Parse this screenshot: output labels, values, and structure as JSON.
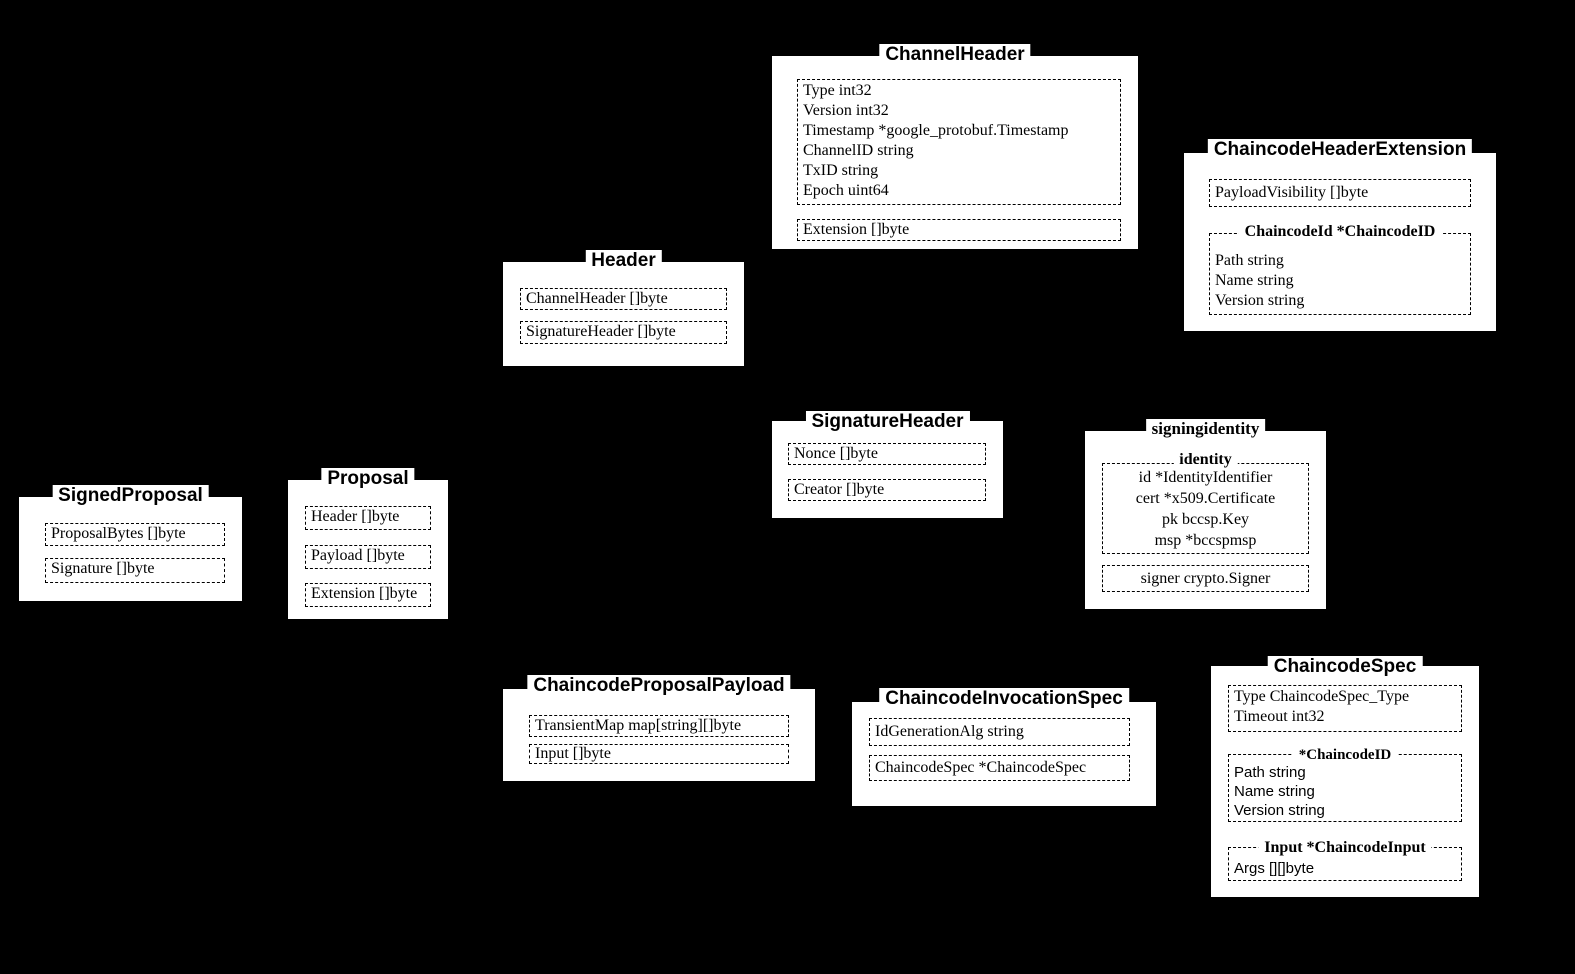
{
  "signed_proposal": {
    "title": "SignedProposal",
    "fields": [
      "ProposalBytes []byte",
      "Signature []byte"
    ]
  },
  "proposal": {
    "title": "Proposal",
    "fields": [
      "Header []byte",
      "Payload []byte",
      "Extension []byte"
    ]
  },
  "header": {
    "title": "Header",
    "fields": [
      "ChannelHeader []byte",
      "SignatureHeader []byte"
    ]
  },
  "channel_header": {
    "title": "ChannelHeader",
    "fields": [
      "Type int32",
      "Version int32",
      "Timestamp *google_protobuf.Timestamp",
      "ChannelID string",
      "TxID string",
      "Epoch uint64"
    ],
    "extension": "Extension []byte"
  },
  "chaincode_header_extension": {
    "title": "ChaincodeHeaderExtension",
    "payload_visibility": "PayloadVisibility []byte",
    "chaincode_id_title": "ChaincodeId *ChaincodeID",
    "chaincode_id_fields": [
      "Path string",
      "Name string",
      "Version string"
    ]
  },
  "signature_header": {
    "title": "SignatureHeader",
    "fields": [
      "Nonce []byte",
      "Creator []byte"
    ]
  },
  "signing_identity": {
    "title": "signingidentity",
    "identity_title": "identity",
    "identity_fields": [
      "id *IdentityIdentifier",
      "cert *x509.Certificate",
      "pk bccsp.Key",
      "msp *bccspmsp"
    ],
    "signer": "signer crypto.Signer"
  },
  "chaincode_proposal_payload": {
    "title": "ChaincodeProposalPayload",
    "fields": [
      "TransientMap map[string][]byte",
      "Input []byte"
    ]
  },
  "chaincode_invocation_spec": {
    "title": "ChaincodeInvocationSpec",
    "fields": [
      "IdGenerationAlg string",
      "ChaincodeSpec *ChaincodeSpec"
    ]
  },
  "chaincode_spec": {
    "title": "ChaincodeSpec",
    "type_fields": [
      "Type ChaincodeSpec_Type",
      "Timeout int32"
    ],
    "chaincode_id_title": "*ChaincodeID",
    "chaincode_id_fields": [
      "Path string",
      "Name string",
      "Version string"
    ],
    "input_title": "Input *ChaincodeInput",
    "input_fields": [
      "Args [][]byte"
    ]
  }
}
